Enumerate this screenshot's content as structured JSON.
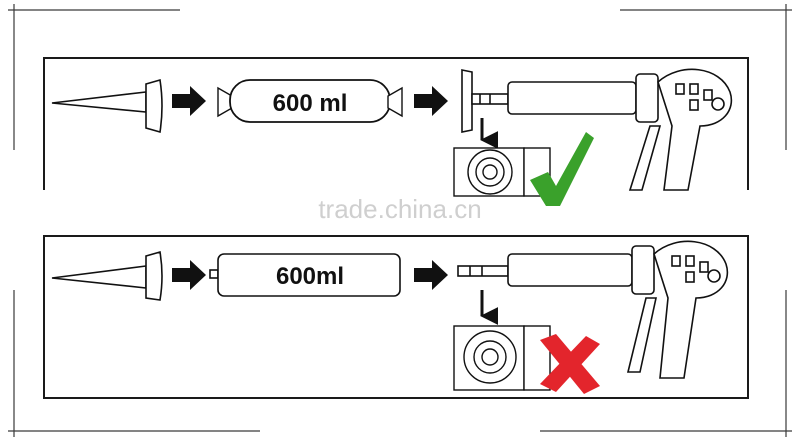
{
  "panels": {
    "top": {
      "label": "600 ml",
      "status": "correct"
    },
    "bottom": {
      "label": "600ml",
      "status": "wrong"
    }
  },
  "watermark": "trade.china.cn",
  "colors": {
    "frame": "#3a3a3a",
    "panel_border": "#1a1a1a",
    "correct": "#3aa12b",
    "wrong": "#e3252c",
    "line": "#111111",
    "watermark": "#cfcfcf"
  },
  "icons": [
    "nozzle-icon",
    "arrow-icon",
    "sausage-pack-icon",
    "cartridge-icon",
    "plunger-disc-icon",
    "caulking-gun-icon",
    "checkmark-icon",
    "cross-icon"
  ]
}
